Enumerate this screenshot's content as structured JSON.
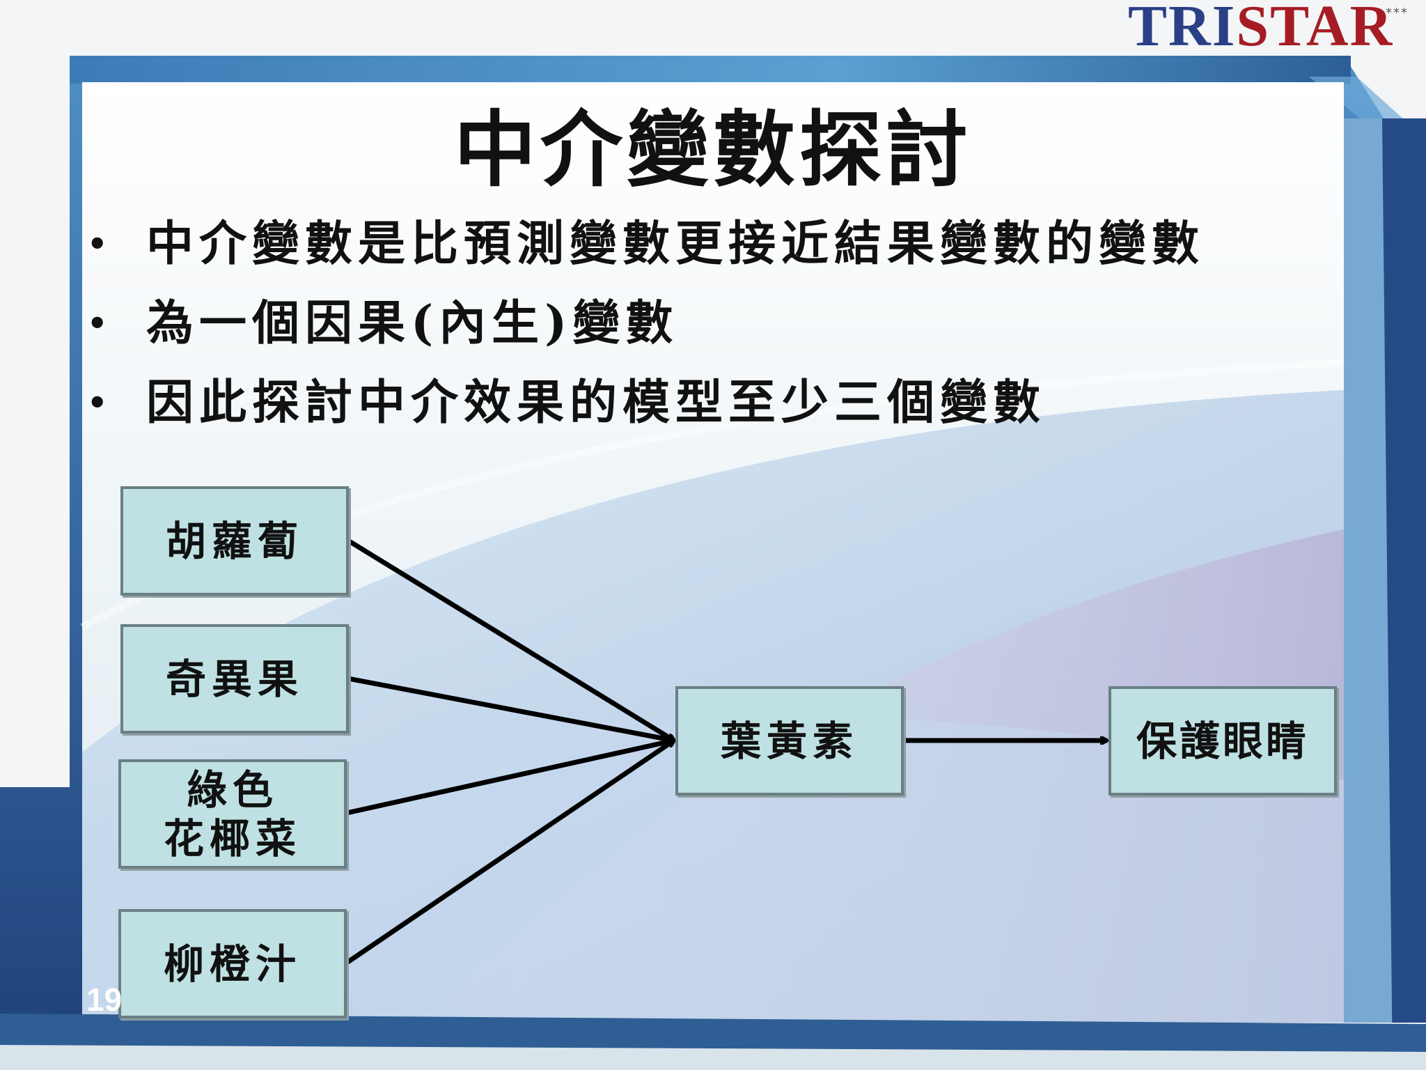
{
  "logo": {
    "text_a": "TRI",
    "text_b": "STAR",
    "stars": "***"
  },
  "title": "中介變數探討",
  "bullets": [
    "中介變數是比預測變數更接近結果變數的變數",
    "為一個因果(內生)變數",
    "因此探討中介效果的模型至少三個變數"
  ],
  "bullet_marker": "•",
  "diagram": {
    "predictors": [
      {
        "lines": [
          "胡蘿蔔"
        ]
      },
      {
        "lines": [
          "奇異果"
        ]
      },
      {
        "lines": [
          "綠色",
          "花椰菜"
        ]
      },
      {
        "lines": [
          "柳橙汁"
        ]
      }
    ],
    "mediator": "葉黃素",
    "outcome": "保護眼睛"
  },
  "page_number": "19",
  "colors": {
    "box_fill": "#bfe1e3",
    "frame_blue": "#2f6aa3",
    "logo_blue": "#2a3f86",
    "logo_red": "#a61c24"
  }
}
